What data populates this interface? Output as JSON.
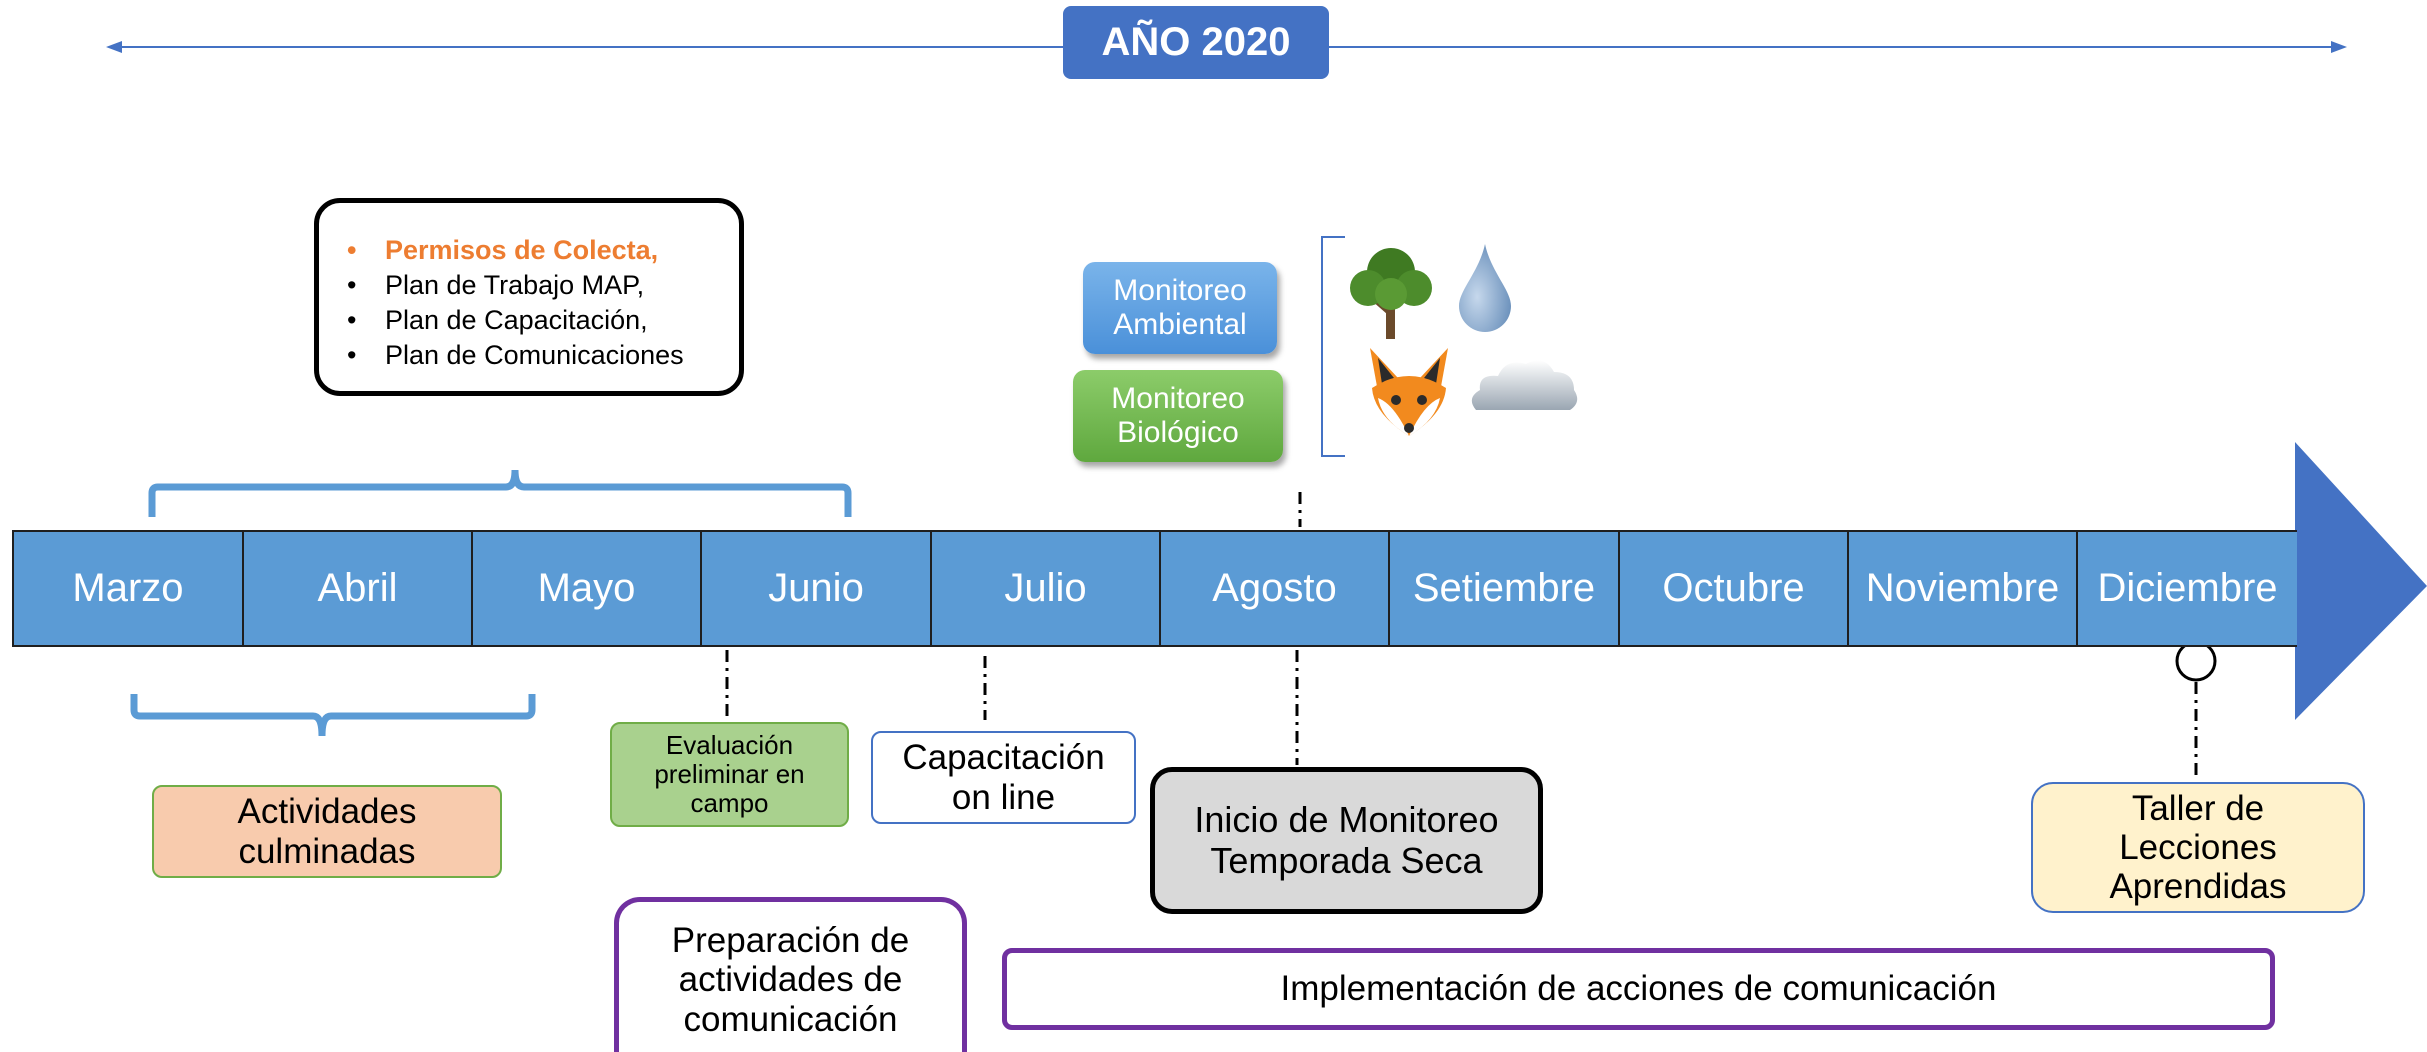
{
  "header": {
    "year_label": "AÑO 2020"
  },
  "permisos": {
    "items": [
      {
        "text": "Permisos de Colecta,"
      },
      {
        "text": "Plan de Trabajo MAP,"
      },
      {
        "text": "Plan de Capacitación,"
      },
      {
        "text": "Plan de Comunicaciones"
      }
    ]
  },
  "monitoring": {
    "ambiental": "Monitoreo Ambiental",
    "biologico": "Monitoreo Biológico",
    "icons": [
      "tree-icon",
      "water-drop-icon",
      "fox-icon",
      "cloud-icon"
    ]
  },
  "timeline": {
    "months": [
      "Marzo",
      "Abril",
      "Mayo",
      "Junio",
      "Julio",
      "Agosto",
      "Setiembre",
      "Octubre",
      "Noviembre",
      "Diciembre"
    ]
  },
  "milestones": {
    "actividades": "Actividades culminadas",
    "evaluacion": "Evaluación preliminar en campo",
    "capacitacion": "Capacitación on line",
    "inicio": "Inicio de Monitoreo Temporada Seca",
    "taller": "Taller de Lecciones Aprendidas",
    "preparacion": "Preparación de actividades de comunicación",
    "implementacion": "Implementación de acciones de comunicación"
  },
  "colors": {
    "timeline_fill": "#5b9bd5",
    "arrow": "#4472c4",
    "actividades": "#f8cbad",
    "evaluacion": "#a9d18e",
    "taller": "#fff2cc",
    "inicio": "#d9d9d9",
    "communication_border": "#7030a0"
  }
}
